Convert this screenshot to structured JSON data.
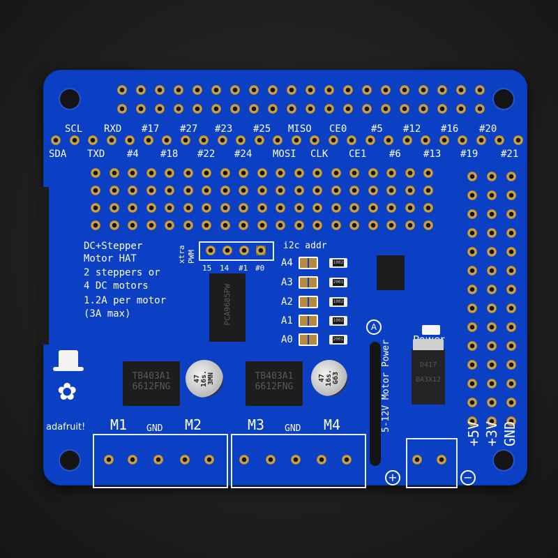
{
  "image": {
    "subject": "Adafruit DC+Stepper Motor HAT printed circuit board on dark background",
    "colors": {
      "pcb": "#0b3fc4",
      "background": "#1f1f1f",
      "silkscreen": "#ffffff",
      "gold_pad": "#c9a04a"
    }
  },
  "header_labels": {
    "top_row": [
      "SCL",
      "RXD",
      "#17",
      "#27",
      "#23",
      "#25",
      "MISO",
      "CE0",
      "#5",
      "#12",
      "#16",
      "#20"
    ],
    "bottom_row": [
      "SDA",
      "TXD",
      "#4",
      "#18",
      "#22",
      "#24",
      "MOSI",
      "CLK",
      "CE1",
      "#6",
      "#13",
      "#19",
      "#21"
    ]
  },
  "description": {
    "line1": "DC+Stepper",
    "line2": "Motor HAT",
    "line3": "2 steppers or",
    "line4": "4 DC motors",
    "line5": "1.2A per motor",
    "line6": "(3A max)"
  },
  "pwm": {
    "label_a": "xtra",
    "label_b": "PWM",
    "pins": [
      "15",
      "14",
      "#1",
      "#0"
    ]
  },
  "i2c": {
    "title": "i2c addr",
    "jumpers": [
      "A4",
      "A3",
      "A2",
      "A1",
      "A0"
    ],
    "resistors": [
      "1002",
      "2001",
      "1002",
      "1002",
      "2001"
    ]
  },
  "chips": {
    "pwm_driver": "PCA9685PW",
    "motor_driver_1": {
      "line1": "TB403A1",
      "line2": "6612FNG"
    },
    "motor_driver_2": {
      "line1": "TB403A1",
      "line2": "6612FNG"
    },
    "cap_1": {
      "line1": "47",
      "line2": "16s.",
      "line3": "3MN"
    },
    "cap_2": {
      "line1": "47",
      "line2": "16s.",
      "line3": "G63"
    },
    "regulator": {
      "line1": "D417",
      "line2": "BA3X12"
    }
  },
  "motor_labels": {
    "m1": "M1",
    "gnd1": "GND",
    "m2": "M2",
    "m3": "M3",
    "gnd2": "GND",
    "m4": "M4"
  },
  "power": {
    "label": "Power",
    "motor_power": "5-12V Motor Power",
    "plus": "+",
    "minus": "−",
    "a_symbol": "A"
  },
  "rails": {
    "v5": "+5V",
    "v3": "+3V",
    "gnd": "GND"
  },
  "brand": {
    "name": "adafruit!"
  }
}
